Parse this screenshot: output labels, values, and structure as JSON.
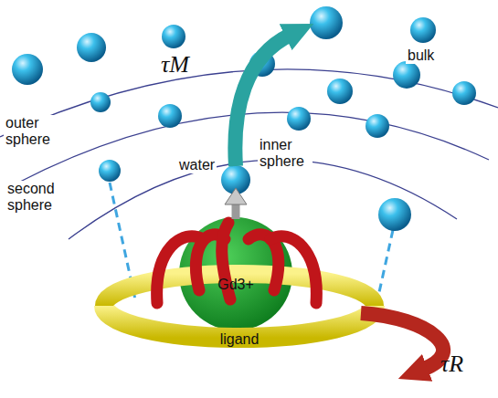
{
  "diagram": {
    "nodes": [
      {
        "text": [
          "Gd3+"
        ]
      },
      {
        "text": [
          "ligand"
        ]
      }
    ],
    "labels": [
      "τM",
      "bulk",
      "outer sphere",
      "second sphere",
      "water",
      "inner sphere",
      "τR"
    ]
  }
}
